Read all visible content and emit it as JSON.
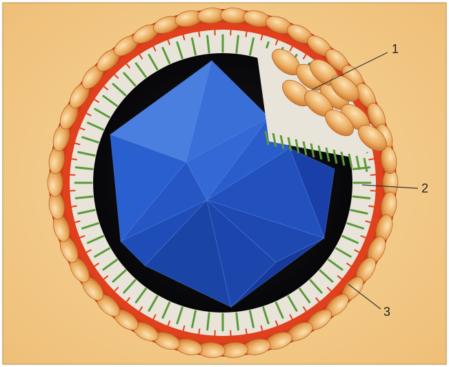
{
  "figure": {
    "colors": {
      "background": "#f4cc8a",
      "background_edge": "#e8b06a",
      "envelope_outer": "#d63a1a",
      "envelope_red": "#e0401c",
      "spike": "#e7a45a",
      "spike_light": "#f6d39a",
      "membrane": "#e9e4d9",
      "membrane_stripe": "#5a9a3a",
      "capsid_light": "#4a7fe0",
      "capsid_mid": "#2a5fcf",
      "capsid_dark": "#1a3fa8",
      "interior": "#0d0d10",
      "leader": "#333333"
    },
    "labels": [
      {
        "id": "1",
        "text": "1"
      },
      {
        "id": "2",
        "text": "2"
      },
      {
        "id": "3",
        "text": "3"
      }
    ]
  }
}
